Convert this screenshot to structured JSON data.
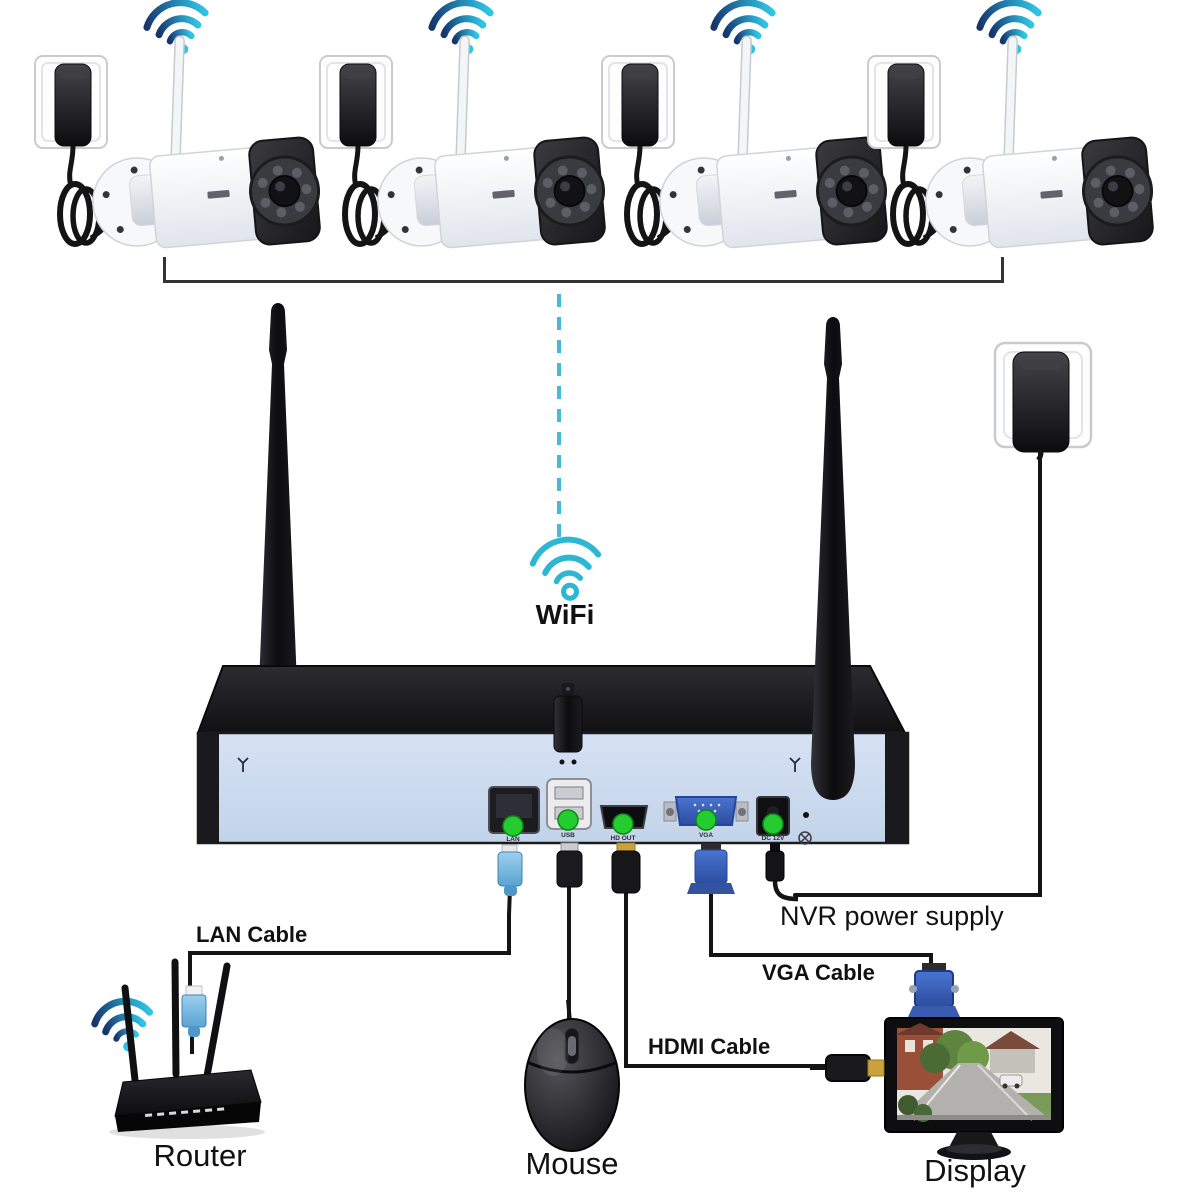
{
  "labels": {
    "wifi": "WiFi",
    "lan_cable": "LAN Cable",
    "hdmi_cable": "HDMI Cable",
    "vga_cable": "VGA Cable",
    "nvr_power_supply": "NVR power supply",
    "router": "Router",
    "mouse": "Mouse",
    "display": "Display"
  },
  "nvr": {
    "port_labels": [
      "LAN",
      "USB",
      "HD OUT",
      "VGA",
      "DC 12V"
    ]
  },
  "cameras": {
    "count": 4
  },
  "icons": {
    "camera_wifi": "wifi-icon",
    "center_wifi": "wifi-icon",
    "router_wifi": "wifi-icon",
    "nvr_antenna_print": "antenna-icon",
    "power": "power-outlet-adapter"
  },
  "colors": {
    "wifi_teal": "#2db7d3",
    "wifi_gradient_start": "#16356e",
    "wifi_gradient_end": "#2fc4e4",
    "dashed_line": "#49b9da",
    "status_green": "#25cc2f",
    "nvr_face": "#cfdef1",
    "lan_plug_blue": "#6fb3de",
    "vga_blue": "#3f66c4",
    "hdmi_gold": "#c9a23d",
    "line_black": "#141414"
  }
}
